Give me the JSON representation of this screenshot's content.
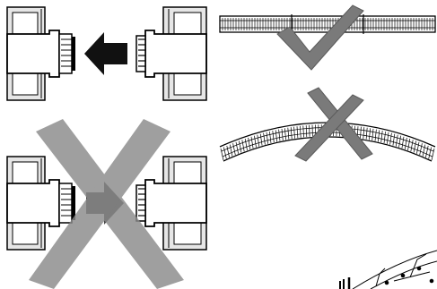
{
  "panels": [
    {
      "id": "connect-correct",
      "verdict": "correct"
    },
    {
      "id": "connect-wrong",
      "verdict": "incorrect"
    },
    {
      "id": "track-straight",
      "verdict": "correct"
    },
    {
      "id": "track-curved",
      "verdict": "incorrect"
    },
    {
      "id": "track-detail",
      "verdict": "none"
    }
  ],
  "icons": {
    "correct": "check-mark-icon",
    "incorrect": "cross-mark-icon",
    "direction": "arrow-left-icon"
  },
  "colors": {
    "outline": "#000000",
    "device_fill": "#ffffff",
    "housing_fill": "#e6e6e6",
    "arrow": "#111111",
    "arrow_muted": "#444444",
    "mark": "#7a7a7a",
    "mark_stroke": "#5a5a5a"
  }
}
